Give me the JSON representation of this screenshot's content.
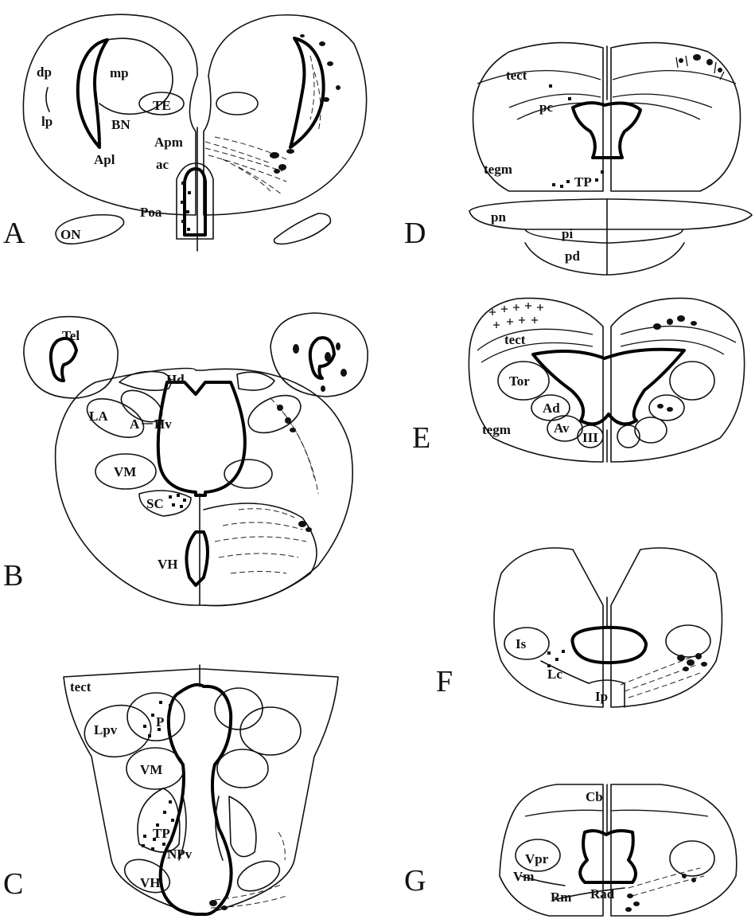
{
  "panels": {
    "A": {
      "letter": "A",
      "labels": {
        "dp": "dp",
        "lp": "lp",
        "mp": "mp",
        "TE": "TE",
        "BN": "BN",
        "Apm": "Apm",
        "Apl": "Apl",
        "ac": "ac",
        "Poa": "Poa",
        "ON": "ON"
      }
    },
    "B": {
      "letter": "B",
      "labels": {
        "Tel": "Tel",
        "Hd": "Hd",
        "LA": "LA",
        "A": "A",
        "Hv": "Hv",
        "VM": "VM",
        "SC": "SC",
        "VH": "VH"
      }
    },
    "C": {
      "letter": "C",
      "labels": {
        "tect": "tect",
        "Lpv": "Lpv",
        "P": "P",
        "VM": "VM",
        "TP": "TP",
        "NPv": "NPv",
        "VH": "VH"
      }
    },
    "D": {
      "letter": "D",
      "labels": {
        "tect": "tect",
        "pc": "pc",
        "tegm": "tegm",
        "TP": "TP",
        "pn": "pn",
        "pi": "pi",
        "pd": "pd"
      }
    },
    "E": {
      "letter": "E",
      "labels": {
        "tect": "tect",
        "Tor": "Tor",
        "Ad": "Ad",
        "tegm": "tegm",
        "Av": "Av",
        "III": "III"
      }
    },
    "F": {
      "letter": "F",
      "labels": {
        "Is": "Is",
        "Lc": "Lc",
        "Ip": "Ip"
      }
    },
    "G": {
      "letter": "G",
      "labels": {
        "Cb": "Cb",
        "Vpr": "Vpr",
        "Vm": "Vm",
        "Rm": "Rm",
        "Rad": "Rad"
      }
    }
  }
}
